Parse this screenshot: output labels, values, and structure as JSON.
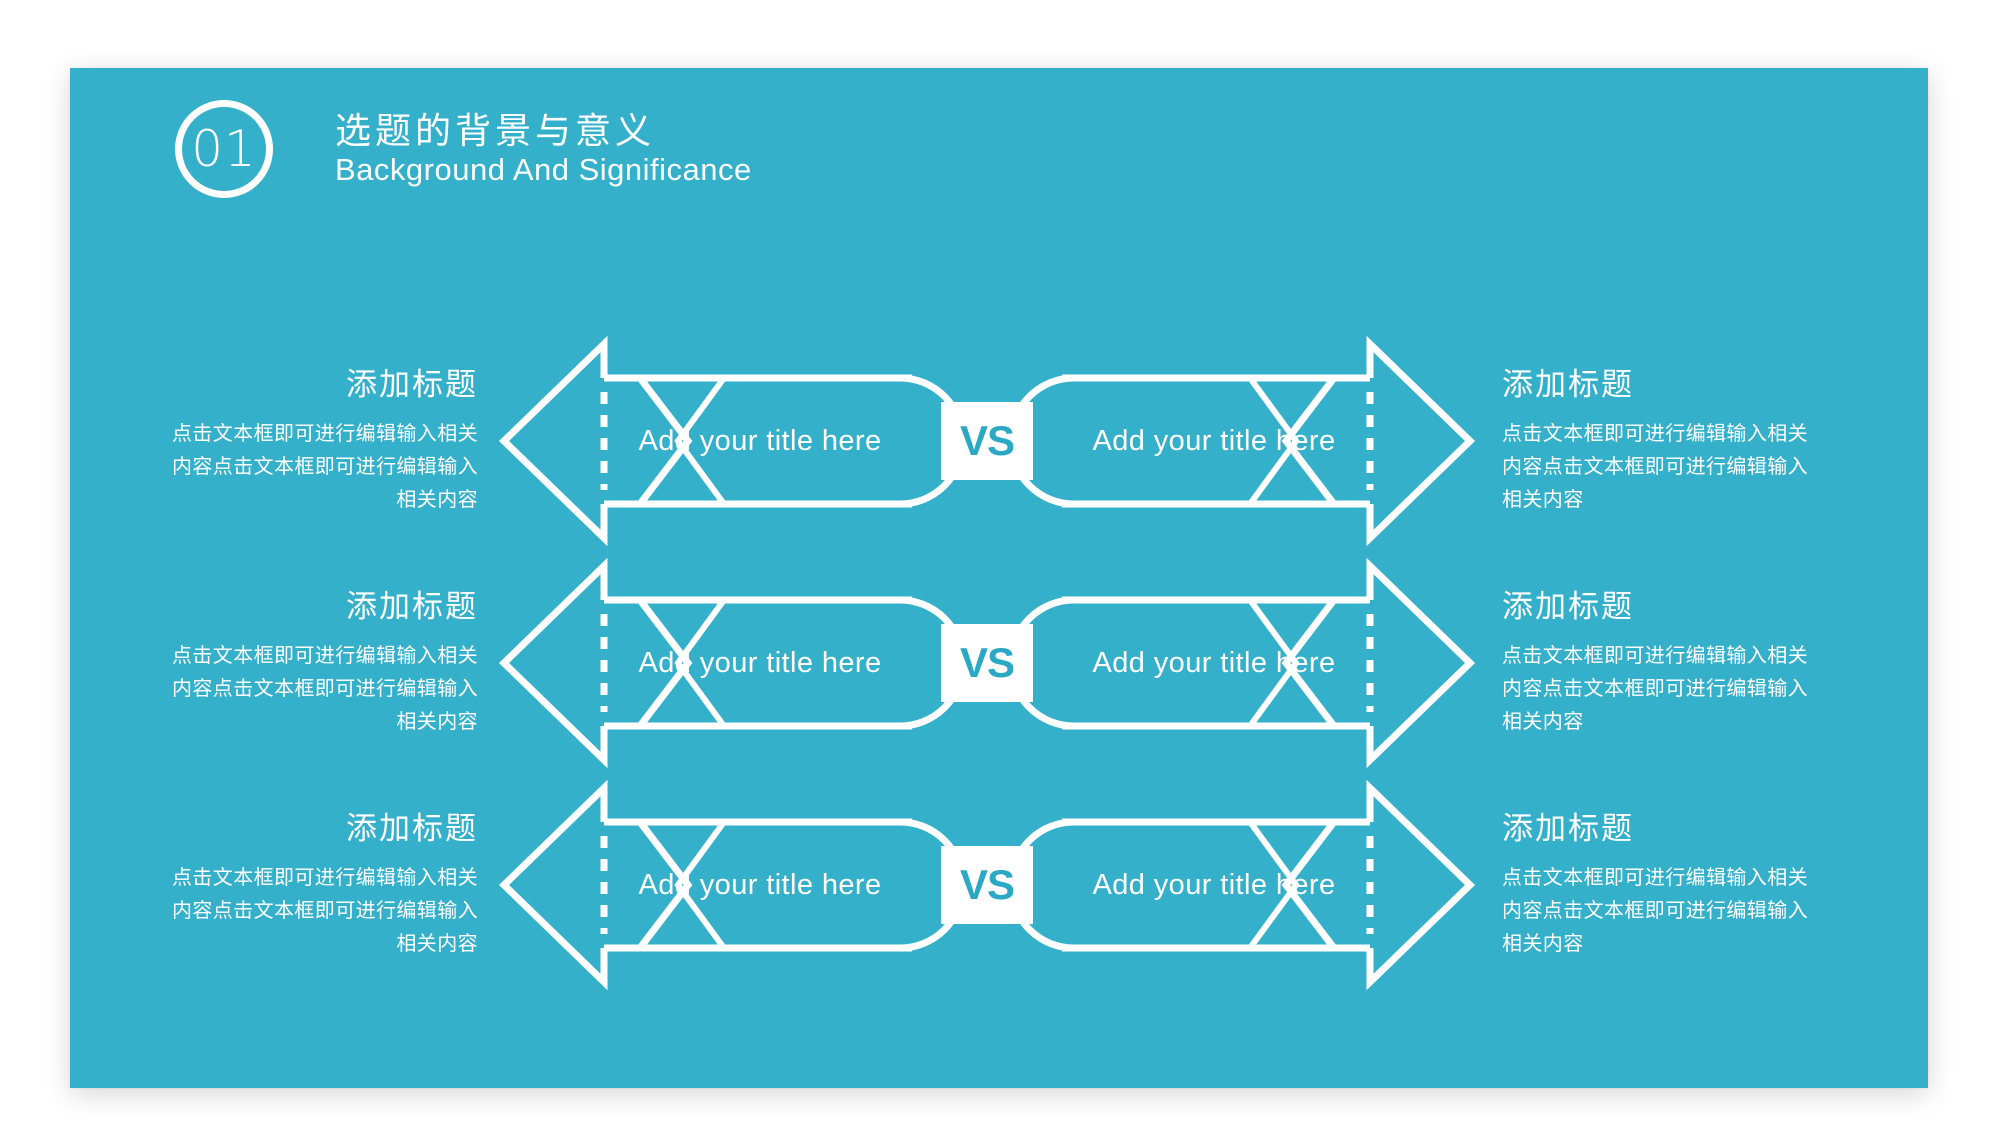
{
  "slide": {
    "background_color": "#35b0cb",
    "text_color": "#ffffff",
    "accent_color": "#2ba8c4"
  },
  "header": {
    "number": "01",
    "title": "选题的背景与意义",
    "subtitle": "Background And Significance"
  },
  "vs_label": "VS",
  "rows": [
    {
      "left": {
        "title": "添加标题",
        "body": "点击文本框即可进行编辑输入相关内容点击文本框即可进行编辑输入相关内容",
        "capsule_label": "Add your title  here"
      },
      "right": {
        "title": "添加标题",
        "body": "点击文本框即可进行编辑输入相关内容点击文本框即可进行编辑输入相关内容",
        "capsule_label": "Add your title  here"
      }
    },
    {
      "left": {
        "title": "添加标题",
        "body": "点击文本框即可进行编辑输入相关内容点击文本框即可进行编辑输入相关内容",
        "capsule_label": "Add your title  here"
      },
      "right": {
        "title": "添加标题",
        "body": "点击文本框即可进行编辑输入相关内容点击文本框即可进行编辑输入相关内容",
        "capsule_label": "Add your title  here"
      }
    },
    {
      "left": {
        "title": "添加标题",
        "body": "点击文本框即可进行编辑输入相关内容点击文本框即可进行编辑输入相关内容",
        "capsule_label": "Add your title  here"
      },
      "right": {
        "title": "添加标题",
        "body": "点击文本框即可进行编辑输入相关内容点击文本框即可进行编辑输入相关内容",
        "capsule_label": "Add your title  here"
      }
    }
  ]
}
